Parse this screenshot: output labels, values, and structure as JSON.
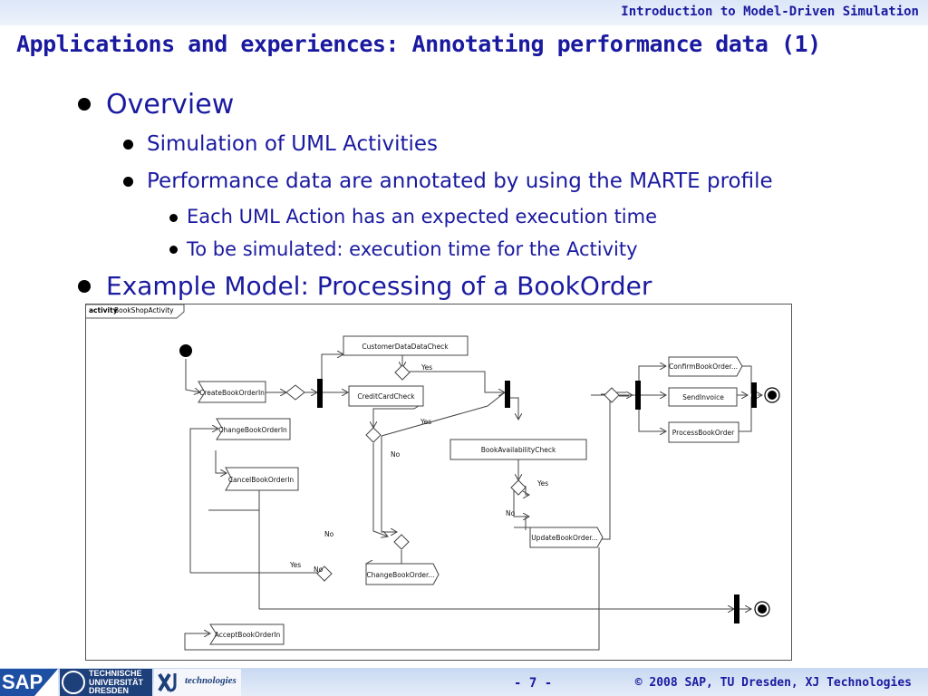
{
  "header": {
    "course": "Introduction to Model-Driven Simulation",
    "title": "Applications and experiences: Annotating performance data (1)"
  },
  "bullets": {
    "overview": "Overview",
    "simulation": "Simulation of UML Activities",
    "marte": "Performance data are annotated by using the MARTE profile",
    "action_time": "Each UML Action has an expected execution time",
    "to_simulate": "To be simulated: execution time for the Activity",
    "example": "Example Model: Processing of a BookOrder"
  },
  "diagram": {
    "frame_keyword": "activity",
    "frame_name": "BookShopActivity",
    "nodes": {
      "customer_check": "CustomerDataDataCheck",
      "create_order": "CreateBookOrderIn",
      "credit_check": "CreditCardCheck",
      "change_order_in": "ChangeBookOrderIn",
      "cancel_order": "CancelBookOrderIn",
      "availability_check": "BookAvailabilityCheck",
      "update_order": "UpdateBookOrder...",
      "change_order_out": "ChangeBookOrder...",
      "accept_order": "AcceptBookOrderIn",
      "confirm_order": "ConfirmBookOrder...",
      "send_invoice": "SendInvoice",
      "process_order": "ProcessBookOrder"
    },
    "guards": {
      "yes": "Yes",
      "no": "No"
    }
  },
  "footer": {
    "sap": "SAP",
    "tud_line1": "TECHNISCHE",
    "tud_line2": "UNIVERSITÄT",
    "tud_line3": "DRESDEN",
    "xj": "technologies",
    "page": "- 7 -",
    "copyright": "© 2008 SAP, TU Dresden, XJ Technologies"
  }
}
